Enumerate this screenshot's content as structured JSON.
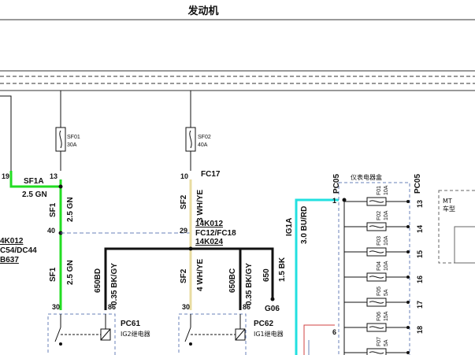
{
  "title": "发动机",
  "fuses_top": [
    {
      "id": "SF01",
      "rating": "30A"
    },
    {
      "id": "SF02",
      "rating": "40A"
    }
  ],
  "pins": {
    "p19": "19",
    "p13": "13",
    "p10": "10",
    "p40": "40",
    "p29": "29",
    "p30a": "30",
    "p86a": "86",
    "p30b": "30",
    "p86b": "86"
  },
  "connectors": {
    "fc17": "FC17",
    "fc12": "FC12/FC18",
    "k012_right": "14K012",
    "k024": "14K024",
    "k012_left": "4K012",
    "c54": "C54/DC44",
    "b637": "B637",
    "g06": "G06",
    "pc05_left": "PC05",
    "pc05_right": "PC05"
  },
  "wires": {
    "sf1a": "SF1A",
    "gn25_h": "2.5 GN",
    "sf1_top": "SF1",
    "gn25_v1": "2.5 GN",
    "sf1_bot": "SF1",
    "gn25_v2": "2.5 GN",
    "sf2_top": "SF2",
    "wh3": "3 WH/YE",
    "sf2_bot": "SF2",
    "wh4": "4 WH/YE",
    "w650bd": "650BD",
    "bk035_a": "0.35 BK/GY",
    "w650bc": "650BC",
    "bk035_b": "0.35 BK/GY",
    "w650": "650",
    "bk15": "1.5 BK",
    "ig1a": "IG1A",
    "bu30": "3.0 BU/RD"
  },
  "relays": [
    {
      "id": "PC61",
      "name": "IG2继电器"
    },
    {
      "id": "PC62",
      "name": "IG1继电器"
    }
  ],
  "fuse_box": {
    "title": "仪表电器盒",
    "fuses": [
      {
        "id": "F01",
        "rating": "10A",
        "pin": "13"
      },
      {
        "id": "F02",
        "rating": "10A",
        "pin": "14"
      },
      {
        "id": "F03",
        "rating": "10A",
        "pin": "15"
      },
      {
        "id": "F04",
        "rating": "10A",
        "pin": "16"
      },
      {
        "id": "F05",
        "rating": "5A",
        "pin": "17"
      },
      {
        "id": "F06",
        "rating": "15A",
        "pin": "18"
      },
      {
        "id": "F07",
        "rating": "5A",
        "pin": ""
      }
    ],
    "pin_1": "1",
    "pin_6": "6"
  },
  "mt_label": "MT",
  "model_label": "车型",
  "colors": {
    "green": "#22dd22",
    "yellow": "#e8dca0",
    "cyan": "#22e0e0",
    "black": "#111111",
    "dash": "#6a82b8"
  }
}
